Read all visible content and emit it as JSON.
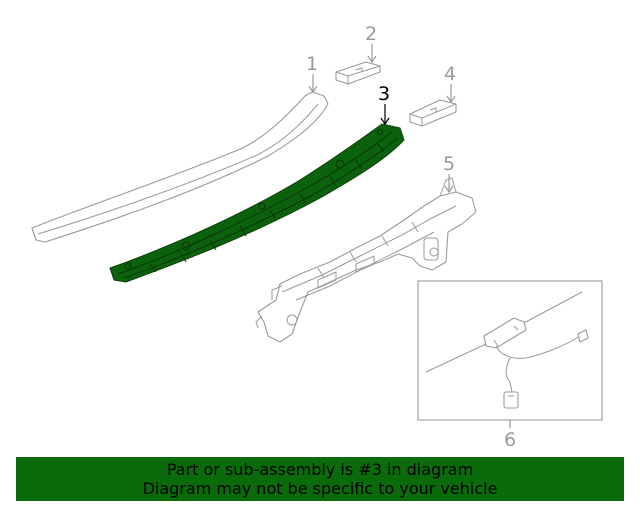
{
  "diagram": {
    "callouts": [
      {
        "label": "1",
        "part": "rear-spoiler"
      },
      {
        "label": "2",
        "part": "small-pad-upper"
      },
      {
        "label": "3",
        "part": "spoiler-base-bracket",
        "highlighted": true
      },
      {
        "label": "4",
        "part": "small-pad-lower"
      },
      {
        "label": "5",
        "part": "mounting-frame"
      },
      {
        "label": "6",
        "part": "wiring-harness-inset"
      }
    ],
    "highlight_color": "#0c620c"
  },
  "banner": {
    "line1": "Part or sub-assembly is #3 in diagram",
    "line2": "Diagram may not be specific to your vehicle",
    "background": "#0a6b0a"
  }
}
